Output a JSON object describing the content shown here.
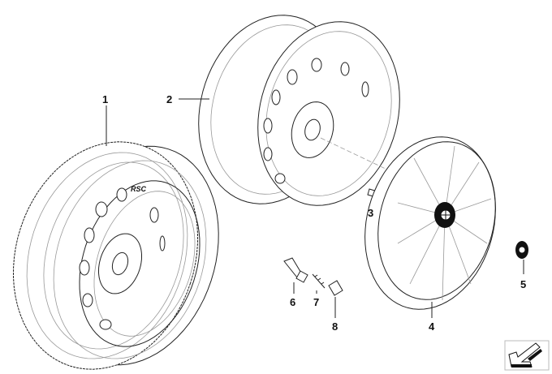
{
  "diagram": {
    "parts": [
      {
        "number": "1",
        "name": "complete-wheel-tire"
      },
      {
        "number": "2",
        "name": "steel-rim"
      },
      {
        "number": "3",
        "name": "wheel-bolt"
      },
      {
        "number": "4",
        "name": "wheel-cover"
      },
      {
        "number": "5",
        "name": "emblem"
      },
      {
        "number": "6",
        "name": "valve"
      },
      {
        "number": "7",
        "name": "valve-insert"
      },
      {
        "number": "8",
        "name": "valve-cap"
      }
    ],
    "tire_marking": "RSC",
    "nav_icon": "arrow-back-icon"
  }
}
